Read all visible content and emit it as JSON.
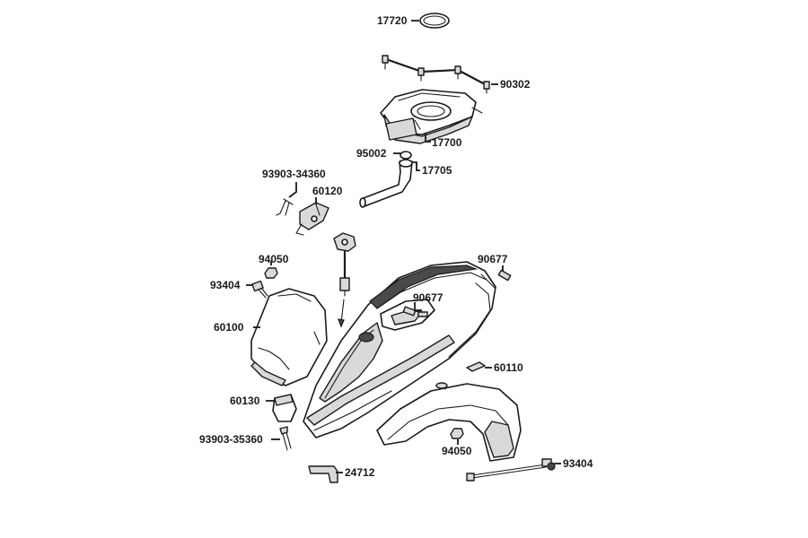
{
  "labels": {
    "p17720": "17720",
    "p90302": "90302",
    "p17700": "17700",
    "p95002": "95002",
    "p17705": "17705",
    "p93903_34360": "93903-34360",
    "p60120": "60120",
    "p94050_top": "94050",
    "p90677_right": "90677",
    "p93404_left": "93404",
    "p90677_center": "90677",
    "p60100": "60100",
    "p60110": "60110",
    "p60130": "60130",
    "p93903_35360": "93903-35360",
    "p94050_bottom": "94050",
    "p93404_right": "93404",
    "p24712": "24712"
  },
  "colors": {
    "line": "#1a1a1a",
    "fill_light": "#d9d9d9",
    "fill_dark": "#4a4a4a",
    "background": "#ffffff"
  }
}
